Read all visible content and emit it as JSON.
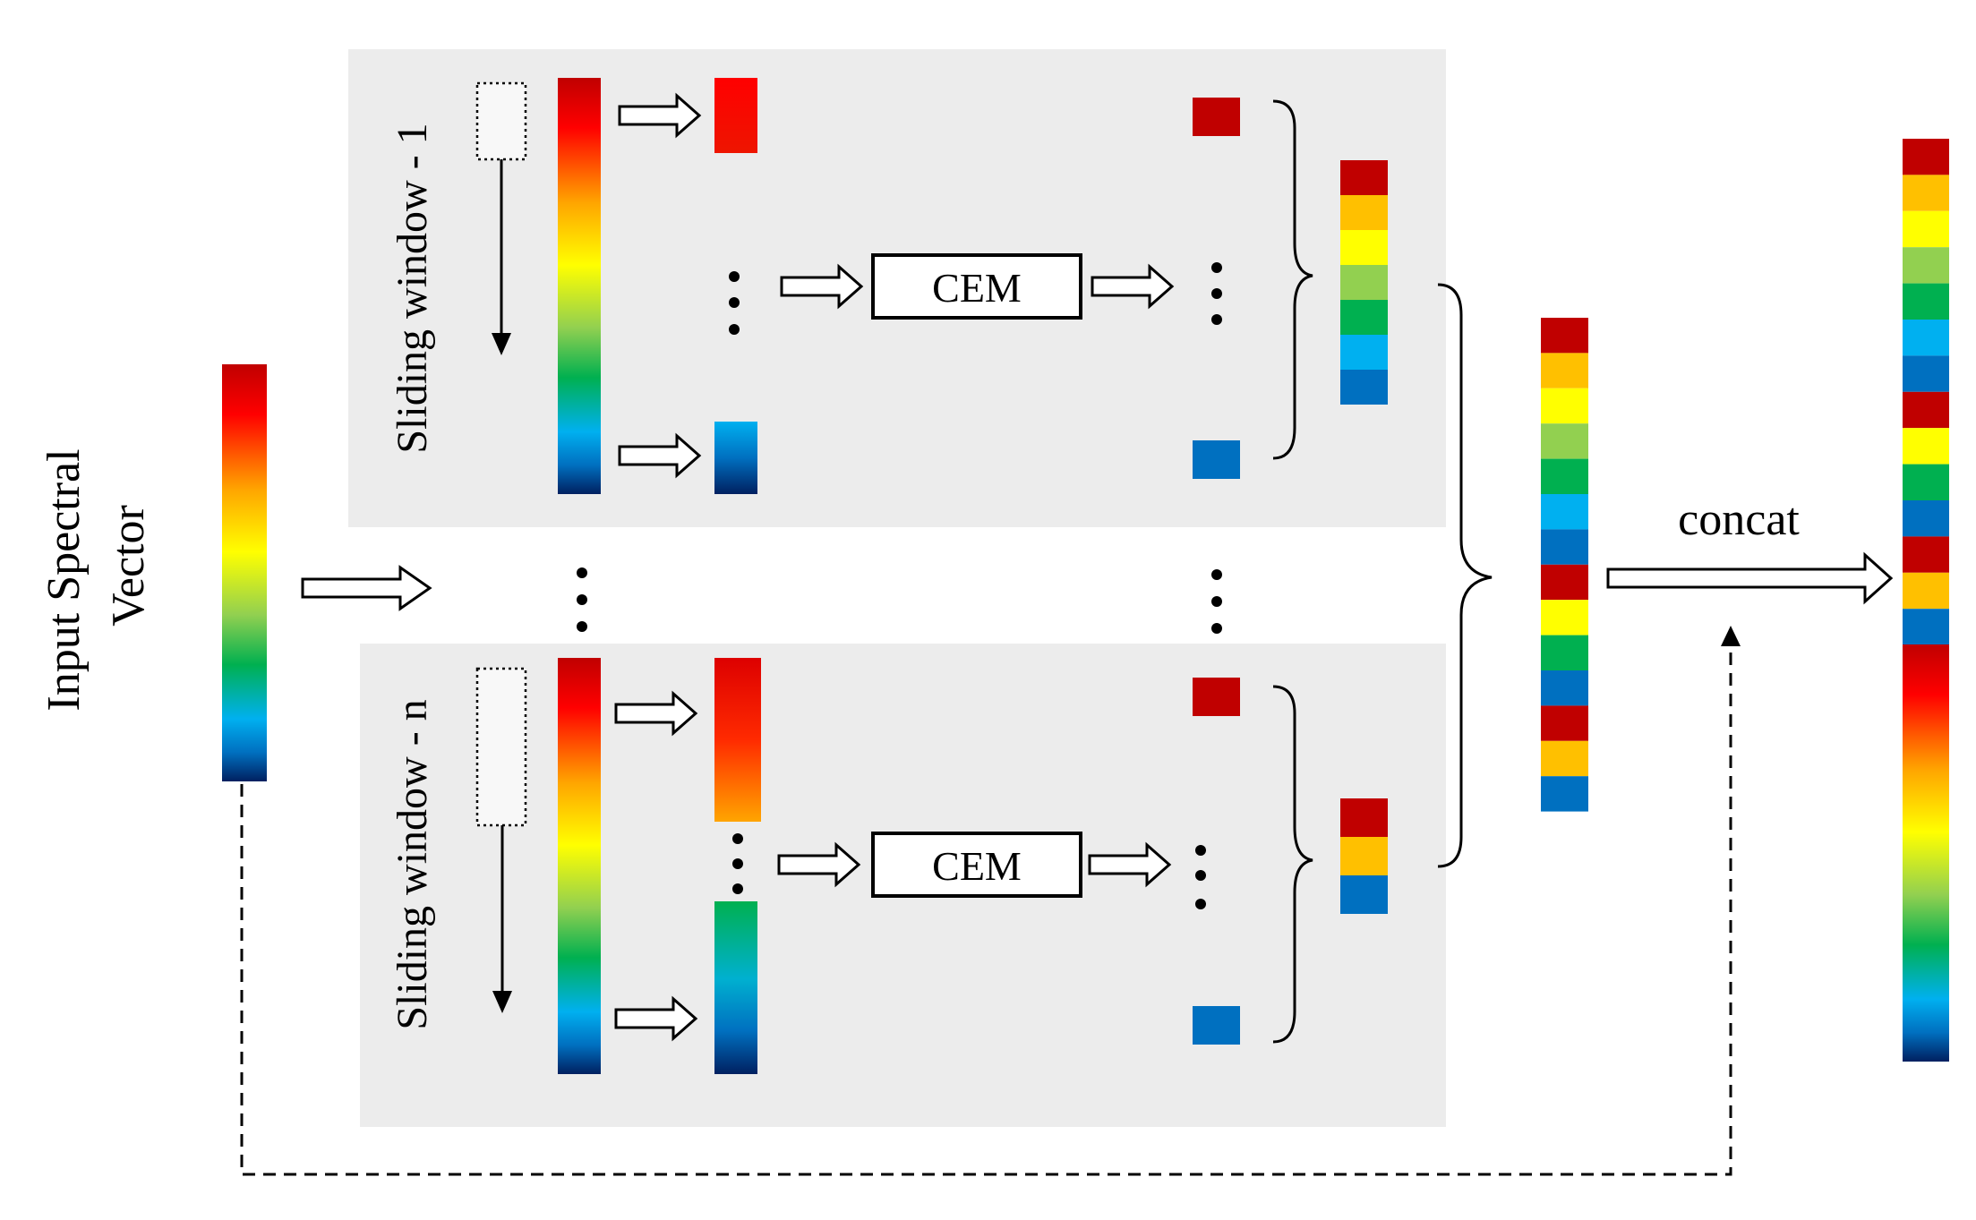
{
  "labels": {
    "input_line1": "Input Spectral",
    "input_line2": "Vector",
    "window_top": "Sliding window - 1",
    "window_bottom": "Sliding window - n",
    "cem_top": "CEM",
    "cem_bottom": "CEM",
    "concat": "concat"
  },
  "colors": {
    "panel": "#ececec",
    "dark_red": "#c00000",
    "red": "#ff0000",
    "orange": "#ffc000",
    "yellow": "#ffff00",
    "light_green": "#92d050",
    "green": "#00b050",
    "light_blue": "#00b0f0",
    "blue": "#0070c0",
    "dark_blue": "#002060"
  },
  "stacks": {
    "top_cem_output": [
      "dark_red",
      "orange",
      "yellow",
      "light_green",
      "green",
      "light_blue",
      "blue"
    ],
    "bottom_cem_output": [
      "dark_red",
      "orange",
      "blue"
    ],
    "merged": [
      "dark_red",
      "orange",
      "yellow",
      "light_green",
      "green",
      "light_blue",
      "blue",
      "dark_red",
      "yellow",
      "green",
      "blue",
      "dark_red",
      "orange",
      "blue"
    ],
    "final_top": [
      "dark_red",
      "orange",
      "yellow",
      "light_green",
      "green",
      "light_blue",
      "blue",
      "dark_red",
      "yellow",
      "green",
      "blue",
      "dark_red",
      "orange",
      "blue"
    ]
  }
}
